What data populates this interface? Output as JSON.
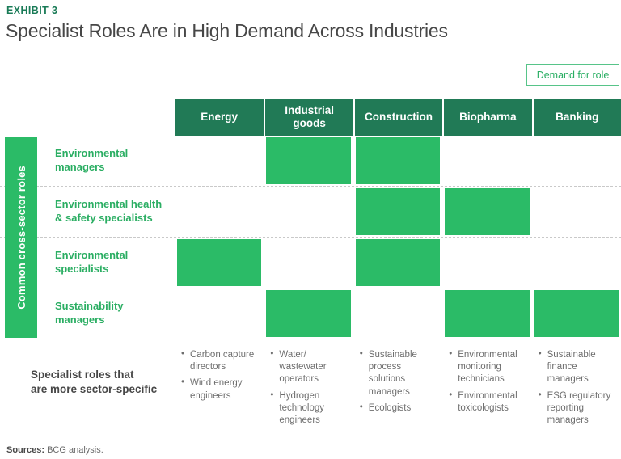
{
  "header": {
    "exhibit_label": "EXHIBIT 3",
    "title": "Specialist Roles Are in High Demand Across Industries"
  },
  "legend": {
    "label": "Demand for role"
  },
  "colors": {
    "header_green": "#217a56",
    "cell_green": "#2bbb67",
    "row_label_green": "#2bae63",
    "exhibit_green": "#1a7b57"
  },
  "matrix": {
    "sidebar_label": "Common cross-sector roles",
    "columns": [
      "Energy",
      "Industrial\ngoods",
      "Construction",
      "Biopharma",
      "Banking"
    ],
    "rows": [
      {
        "label": "Environmental\nmanagers",
        "cells": [
          false,
          true,
          true,
          false,
          false
        ]
      },
      {
        "label": "Environmental health\n& safety specialists",
        "cells": [
          false,
          false,
          true,
          true,
          false
        ]
      },
      {
        "label": "Environmental\nspecialists",
        "cells": [
          true,
          false,
          true,
          false,
          false
        ]
      },
      {
        "label": "Sustainability\nmanagers",
        "cells": [
          false,
          true,
          false,
          true,
          true
        ]
      }
    ]
  },
  "specialist": {
    "label": "Specialist roles that\nare more sector-specific",
    "columns": [
      {
        "industry": "Energy",
        "items": [
          "Carbon capture\ndirectors",
          "Wind energy\nengineers"
        ]
      },
      {
        "industry": "Industrial goods",
        "items": [
          "Water/\nwastewater\noperators",
          "Hydrogen\ntechnology\nengineers"
        ]
      },
      {
        "industry": "Construction",
        "items": [
          "Sustainable\nprocess\nsolutions\nmanagers",
          "Ecologists"
        ]
      },
      {
        "industry": "Biopharma",
        "items": [
          "Environmental\nmonitoring\ntechnicians",
          "Environmental\ntoxicologists"
        ]
      },
      {
        "industry": "Banking",
        "items": [
          "Sustainable\nfinance\nmanagers",
          "ESG regulatory\nreporting\nmanagers"
        ]
      }
    ]
  },
  "footer": {
    "sources_label": "Sources:",
    "sources_text": "BCG analysis."
  },
  "chart_data": {
    "type": "heatmap",
    "title": "Specialist Roles Are in High Demand Across Industries",
    "legend": "Demand for role",
    "row_group_label": "Common cross-sector roles",
    "columns": [
      "Energy",
      "Industrial goods",
      "Construction",
      "Biopharma",
      "Banking"
    ],
    "rows": [
      "Environmental managers",
      "Environmental health & safety specialists",
      "Environmental specialists",
      "Sustainability managers"
    ],
    "values": [
      [
        0,
        1,
        1,
        0,
        0
      ],
      [
        0,
        0,
        1,
        1,
        0
      ],
      [
        1,
        0,
        1,
        0,
        0
      ],
      [
        0,
        1,
        0,
        1,
        1
      ]
    ],
    "sector_specific_roles": {
      "Energy": [
        "Carbon capture directors",
        "Wind energy engineers"
      ],
      "Industrial goods": [
        "Water/wastewater operators",
        "Hydrogen technology engineers"
      ],
      "Construction": [
        "Sustainable process solutions managers",
        "Ecologists"
      ],
      "Biopharma": [
        "Environmental monitoring technicians",
        "Environmental toxicologists"
      ],
      "Banking": [
        "Sustainable finance managers",
        "ESG regulatory reporting managers"
      ]
    }
  }
}
